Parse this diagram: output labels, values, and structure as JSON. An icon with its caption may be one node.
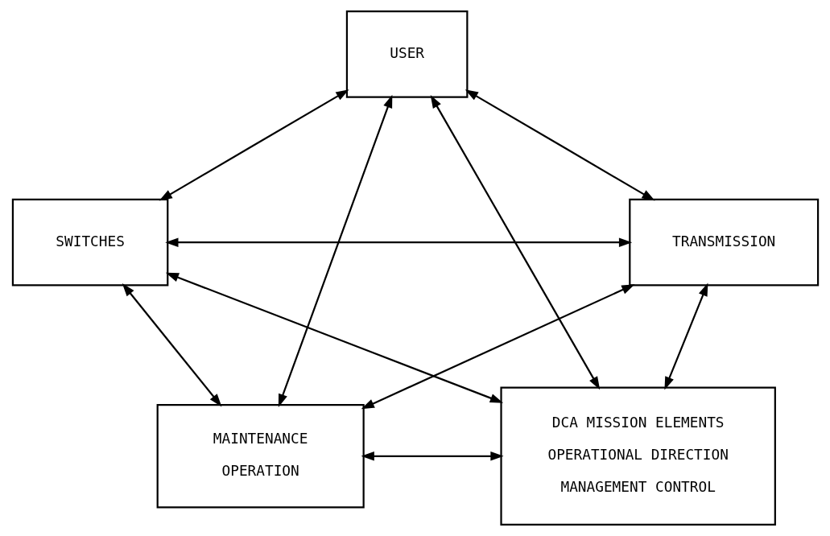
{
  "diagram": {
    "nodes": [
      {
        "text": [
          "USER"
        ]
      },
      {
        "text": [
          "SWITCHES"
        ]
      },
      {
        "text": [
          "TRANSMISSION"
        ]
      },
      {
        "text": [
          "MAINTENANCE",
          "OPERATION"
        ]
      },
      {
        "text": [
          "DCA MISSION ELEMENTS",
          "OPERATIONAL DIRECTION",
          "MANAGEMENT CONTROL"
        ]
      }
    ],
    "edges": [
      {
        "from": 0,
        "to": 1,
        "arrow": "both"
      },
      {
        "from": 0,
        "to": 2,
        "arrow": "both"
      },
      {
        "from": 0,
        "to": 3,
        "arrow": "both"
      },
      {
        "from": 0,
        "to": 4,
        "arrow": "both"
      },
      {
        "from": 1,
        "to": 2,
        "arrow": "both"
      },
      {
        "from": 1,
        "to": 3,
        "arrow": "both"
      },
      {
        "from": 1,
        "to": 4,
        "arrow": "both"
      },
      {
        "from": 2,
        "to": 3,
        "arrow": "both"
      },
      {
        "from": 2,
        "to": 4,
        "arrow": "both"
      },
      {
        "from": 3,
        "to": 4,
        "arrow": "both"
      }
    ]
  }
}
